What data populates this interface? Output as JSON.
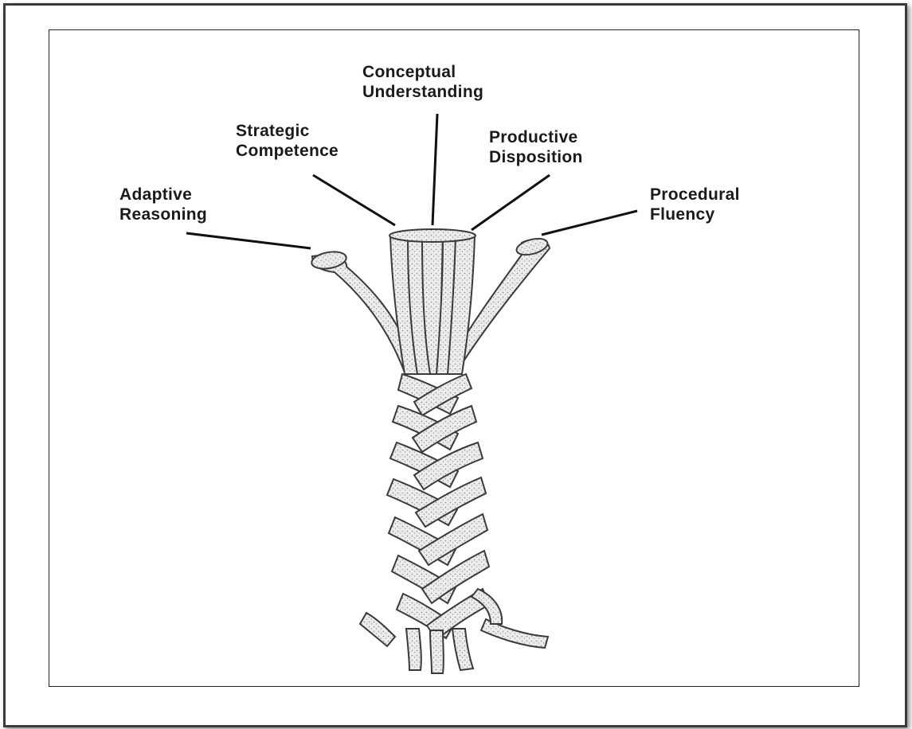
{
  "strands": [
    {
      "id": "conceptual",
      "line1": "Conceptual",
      "line2": "Understanding"
    },
    {
      "id": "strategic",
      "line1": "Strategic",
      "line2": "Competence"
    },
    {
      "id": "productive",
      "line1": "Productive",
      "line2": "Disposition"
    },
    {
      "id": "adaptive",
      "line1": "Adaptive",
      "line2": "Reasoning"
    },
    {
      "id": "procedural",
      "line1": "Procedural",
      "line2": "Fluency"
    }
  ],
  "colors": {
    "rope_fill": "#e9e9e9",
    "rope_stroke": "#3a3a3a",
    "text": "#1a1a1a"
  }
}
